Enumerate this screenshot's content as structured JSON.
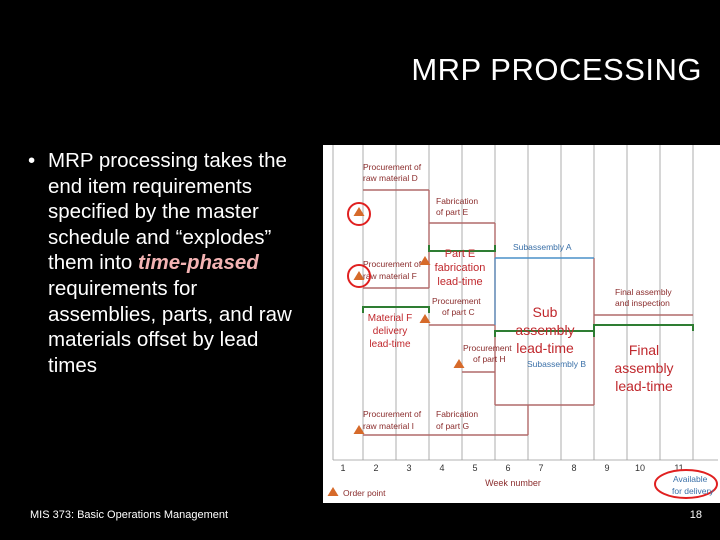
{
  "slide": {
    "title": "MRP PROCESSING",
    "bullet_prefix": "MRP processing takes the end item requirements specified by the master schedule and “explodes” them into ",
    "bullet_emphasis": "time-phased",
    "bullet_suffix": " requirements for assemblies, parts, and raw materials offset by lead times",
    "footer": "MIS 373: Basic Operations Management",
    "page_number": "18"
  },
  "diagram": {
    "labels": {
      "proc_d_1": "Procurement of",
      "proc_d_2": "raw material D",
      "fab_e_1": "Fabrication",
      "fab_e_2": "of part E",
      "subassembly_a": "Subassembly A",
      "proc_f_1": "Procurement of",
      "proc_f_2": "raw material F",
      "proc_c_1": "Procurement",
      "proc_c_2": "of part C",
      "final_1": "Final assembly",
      "final_2": "and inspection",
      "proc_h_1": "Procurement",
      "proc_h_2": "of part H",
      "subassembly_b": "Subassembly B",
      "proc_i_1": "Procurement of",
      "proc_i_2": "raw material I",
      "fab_g_1": "Fabrication",
      "fab_g_2": "of part G",
      "week_number": "Week number",
      "order_point": "Order point",
      "available_1": "Available",
      "available_2": "for delivery"
    },
    "weeks": [
      "1",
      "2",
      "3",
      "4",
      "5",
      "6",
      "7",
      "8",
      "9",
      "10",
      "11"
    ],
    "overlays": {
      "part_e_1": "Part E",
      "part_e_2": "fabrication",
      "part_e_3": "lead-time",
      "mat_f_1": "Material F",
      "mat_f_2": "delivery",
      "mat_f_3": "lead-time",
      "sub_1": "Sub",
      "sub_2": "assembly",
      "sub_3": "lead-time",
      "final_1": "Final",
      "final_2": "assembly",
      "final_3": "lead-time"
    },
    "colors": {
      "diagram_text": "#8b2d2d",
      "overlay_text": "#c0282d",
      "bracket": "#2e7d32",
      "subassembly_line": "#4a90c8",
      "order_point": "#d66a2a",
      "highlight": "#e02020"
    }
  }
}
